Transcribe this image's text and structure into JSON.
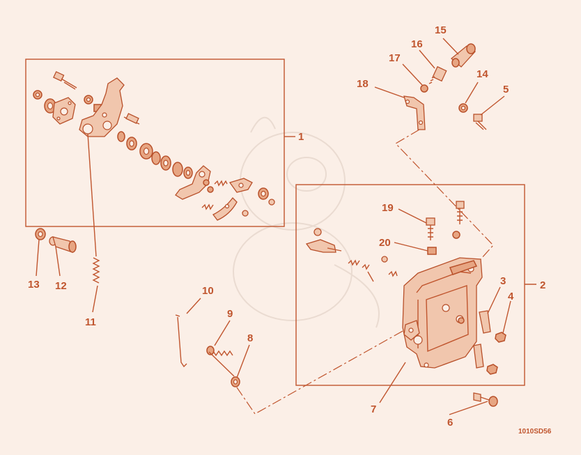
{
  "callouts": {
    "c1": "1",
    "c2": "2",
    "c3": "3",
    "c4": "4",
    "c5": "5",
    "c6": "6",
    "c7": "7",
    "c8": "8",
    "c9": "9",
    "c10": "10",
    "c11": "11",
    "c12": "12",
    "c13": "13",
    "c14": "14",
    "c15": "15",
    "c16": "16",
    "c17": "17",
    "c18": "18",
    "c19": "19",
    "c20": "20"
  },
  "figure_code": "1010SD56",
  "colors": {
    "ink": "#c0552e",
    "background": "#fbefe7",
    "part_fill": "#e7a582"
  }
}
